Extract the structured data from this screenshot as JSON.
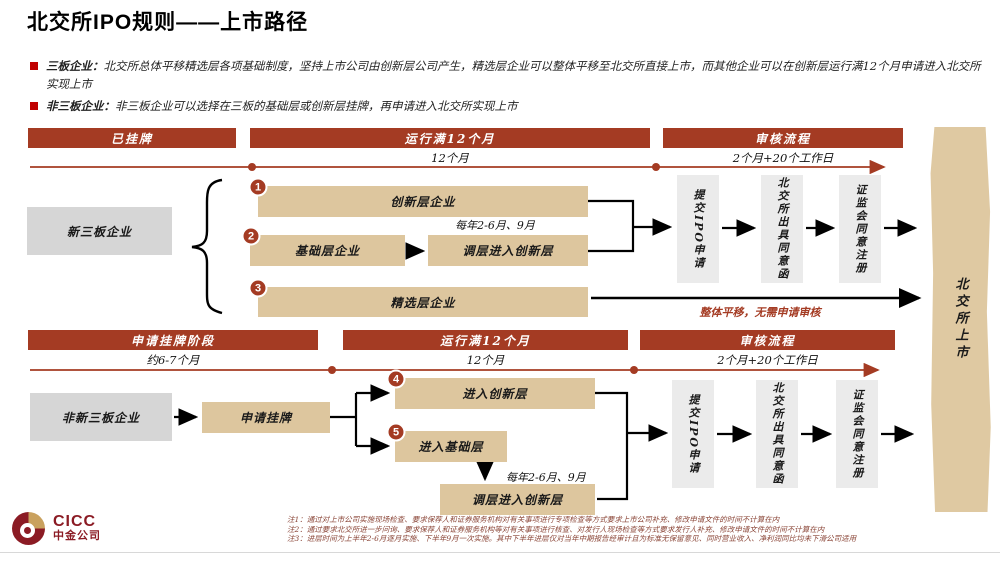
{
  "title": "北交所IPO规则——上市路径",
  "colors": {
    "accent": "#A43B23",
    "tan": "#DDC69E",
    "band_tan": "#DFC9A2",
    "gray_box": "#D6D6D6",
    "process_gray": "#EBEBEB",
    "bullet_red": "#C00000",
    "logo_red": "#8B1B24",
    "logo_gold": "#C9A15E"
  },
  "bullets": [
    {
      "label": "三板企业：",
      "text": "北交所总体平移精选层各项基础制度，坚持上市公司由创新层公司产生，精选层企业可以整体平移至北交所直接上市，而其他企业可以在创新层运行满12个月申请进入北交所实现上市"
    },
    {
      "label": "非三板企业：",
      "text": "非三板企业可以选择在三板的基础层或创新层挂牌，再申请进入北交所实现上市"
    }
  ],
  "upper": {
    "bars": [
      "已挂牌",
      "运行满12个月",
      "审核流程"
    ],
    "durations": [
      "12个月",
      "2个月+20个工作日"
    ],
    "source": "新三板企业",
    "steps": [
      {
        "num": "1",
        "label": "创新层企业"
      },
      {
        "num": "2",
        "label": "基础层企业"
      },
      {
        "num": "3",
        "label": "精选层企业"
      }
    ],
    "adjust": "调层进入创新层",
    "adjust_note": "每年2-6月、9月",
    "transfer_note": "整体平移，无需申请审核"
  },
  "lower": {
    "bars": [
      "申请挂牌阶段",
      "运行满12个月",
      "审核流程"
    ],
    "durations": [
      "约6-7个月",
      "12个月",
      "2个月+20个工作日"
    ],
    "source": "非新三板企业",
    "apply": "申请挂牌",
    "steps": [
      {
        "num": "4",
        "label": "进入创新层"
      },
      {
        "num": "5",
        "label": "进入基础层"
      }
    ],
    "adjust": "调层进入创新层",
    "adjust_note": "每年2-6月、9月"
  },
  "process": [
    "提交IPO申请",
    "北交所出具同意函",
    "证监会同意注册"
  ],
  "band": "北交所上市",
  "footer": {
    "logo": "CICC",
    "logo_cn": "中金公司",
    "notes": [
      "注1：通过对上市公司实施现场检查、要求保荐人和证券服务机构对有关事项进行专项检查等方式要求上市公司补充、修改申请文件的时间不计算在内",
      "注2：通过要求北交所进一步问询、要求保荐人和证券服务机构等对有关事项进行核查、对发行人现场检查等方式要求发行人补充、修改申请文件的时间不计算在内",
      "注3：进层时间为上半年2-6月逐月实施、下半年9月一次实施。其中下半年进层仅对当年中期报告经审计且为标准无保留意见、同时营业收入、净利润同比均未下滑公司适用"
    ]
  }
}
